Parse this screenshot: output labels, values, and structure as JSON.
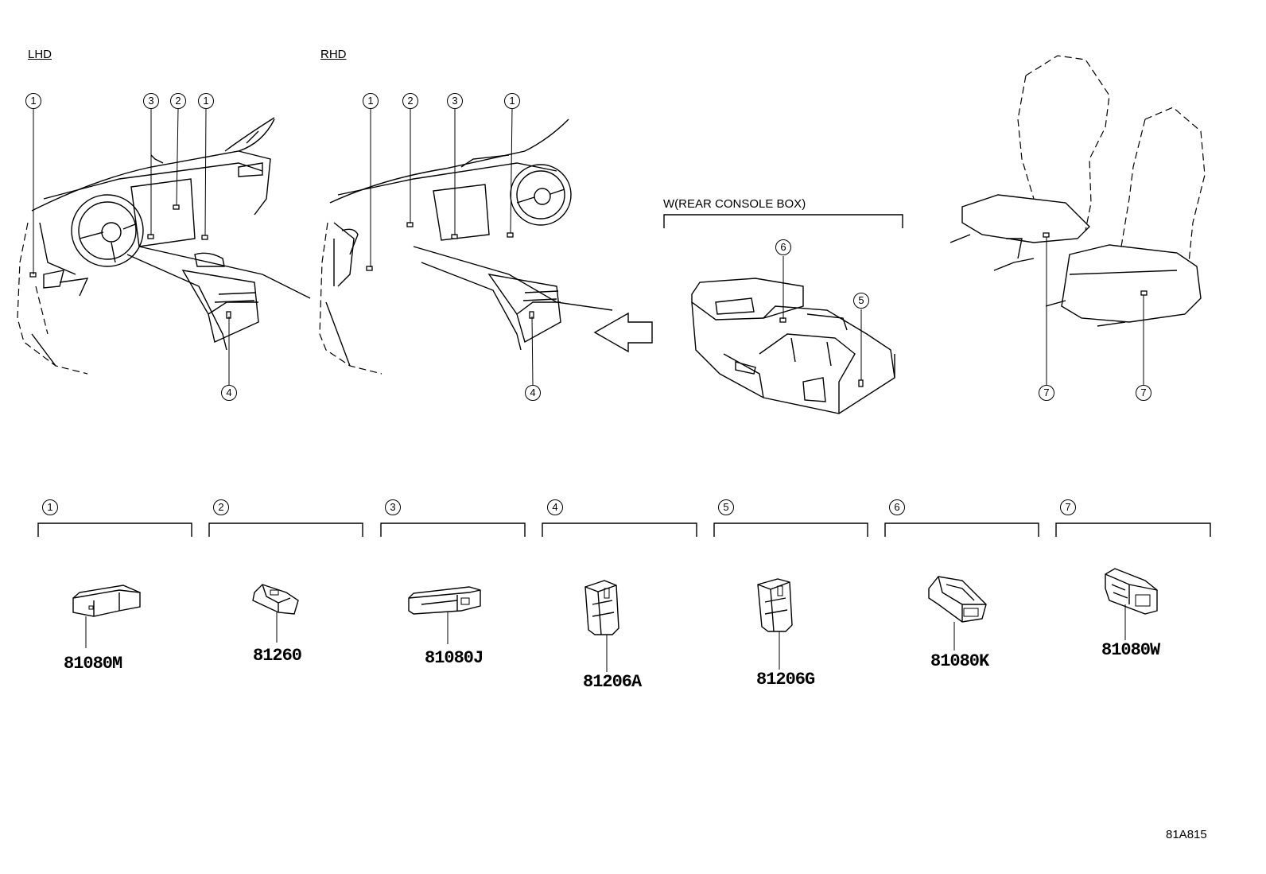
{
  "header": {
    "lhd_label": "LHD",
    "rhd_label": "RHD",
    "rear_console_label": "W(REAR CONSOLE BOX)"
  },
  "callouts": {
    "lhd": [
      "1",
      "3",
      "2",
      "1",
      "4"
    ],
    "rhd": [
      "1",
      "2",
      "3",
      "1",
      "4"
    ],
    "rear_console": [
      "6",
      "5"
    ],
    "seats": [
      "7",
      "7"
    ]
  },
  "parts": [
    {
      "key": "1",
      "part_number": "81080M"
    },
    {
      "key": "2",
      "part_number": "81260"
    },
    {
      "key": "3",
      "part_number": "81080J"
    },
    {
      "key": "4",
      "part_number": "81206A"
    },
    {
      "key": "5",
      "part_number": "81206G"
    },
    {
      "key": "6",
      "part_number": "81080K"
    },
    {
      "key": "7",
      "part_number": "81080W"
    }
  ],
  "footer": {
    "diagram_code": "81A815"
  }
}
